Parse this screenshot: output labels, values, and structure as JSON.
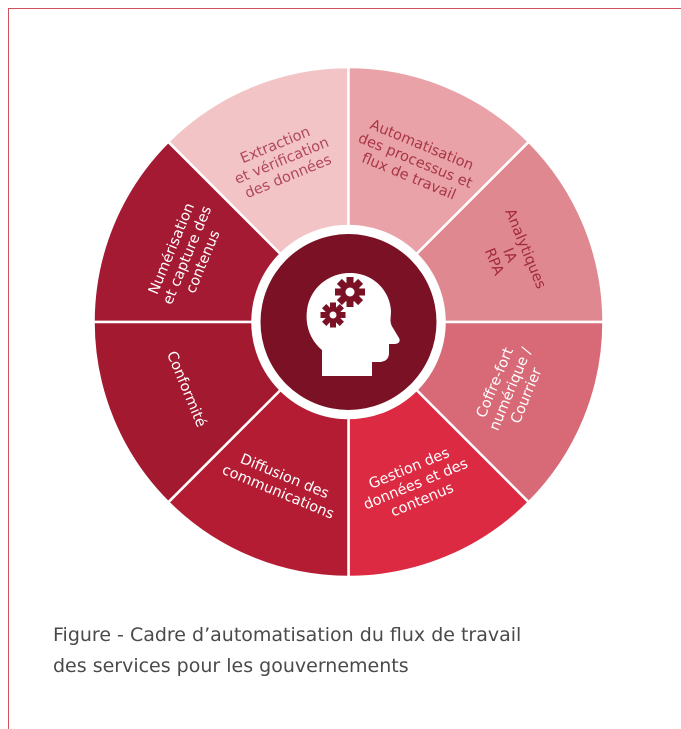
{
  "diagram": {
    "segments": [
      {
        "id": "numerisation",
        "lines": [
          "Numérisation",
          "et capture des",
          "contenus"
        ],
        "color": "#a41a32",
        "text_color": "#ffffff"
      },
      {
        "id": "extraction",
        "lines": [
          "Extraction",
          "et vérification",
          "des données"
        ],
        "color": "#f2c4c6",
        "text_color": "#b0485a"
      },
      {
        "id": "automatisation",
        "lines": [
          "Automatisation",
          "des processus et",
          "flux de travail"
        ],
        "color": "#e9a2a8",
        "text_color": "#a83646"
      },
      {
        "id": "analytiques",
        "lines": [
          "Analytiques",
          "IA",
          "RPA"
        ],
        "color": "#e08890",
        "text_color": "#a02a3a"
      },
      {
        "id": "coffre-fort",
        "lines": [
          "Coffre-fort",
          "numérique /",
          "Courrier"
        ],
        "color": "#d86a77",
        "text_color": "#ffffff"
      },
      {
        "id": "gestion",
        "lines": [
          "Gestion des",
          "données et des",
          "contenus"
        ],
        "color": "#dc2a42",
        "text_color": "#ffffff"
      },
      {
        "id": "diffusion",
        "lines": [
          "Diffusion des",
          "communications"
        ],
        "color": "#b41c33",
        "text_color": "#ffffff"
      },
      {
        "id": "conformite",
        "lines": [
          "Conformité"
        ],
        "color": "#a31a30",
        "text_color": "#ffffff"
      }
    ],
    "center": {
      "icon": "head-gears-icon",
      "color": "#7a1124",
      "ring_color": "#ffffff"
    }
  },
  "caption": {
    "line1": "Figure - Cadre d’automatisation du flux de travail",
    "line2": "des services pour les gouvernements"
  },
  "frame_color": "#d1525f"
}
